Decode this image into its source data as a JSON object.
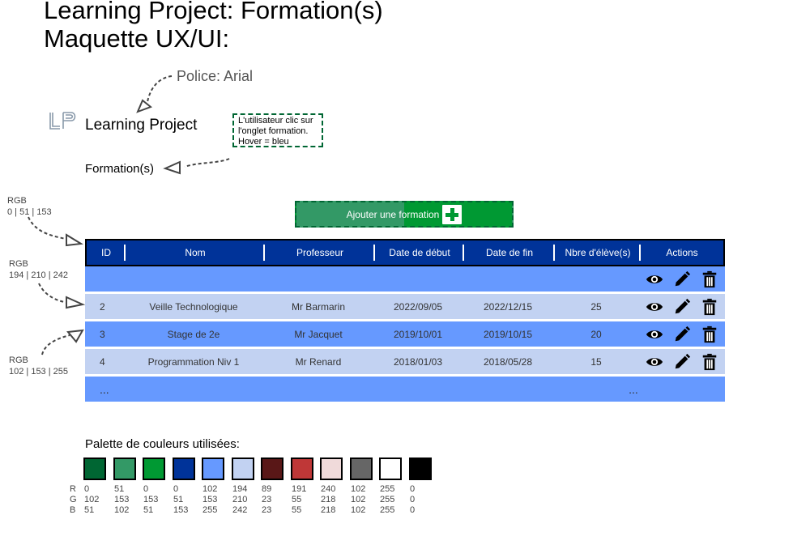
{
  "doc": {
    "title_line1": "Learning Project: Formation(s)",
    "title_line2": "Maquette UX/UI:"
  },
  "annotations": {
    "font_note": "Police: Arial",
    "callout_line1": "L'utilisateur clic sur",
    "callout_line2": "l'onglet formation.",
    "callout_line3": "Hover = bleu",
    "rgb_header_title": "RGB",
    "rgb_header_value": "0 | 51 | 153",
    "rgb_light_title": "RGB",
    "rgb_light_value": "194 | 210 | 242",
    "rgb_dark_title": "RGB",
    "rgb_dark_value": "102 | 153 | 255"
  },
  "app": {
    "logo_text": "LP",
    "name": "Learning Project",
    "tab": "Formation(s)"
  },
  "toolbar": {
    "add_label": "Ajouter une formation"
  },
  "table": {
    "headers": [
      "ID",
      "Nom",
      "Professeur",
      "Date de début",
      "Date de fin",
      "Nbre d'élève(s)",
      "Actions"
    ],
    "rows": [
      {
        "id": "",
        "nom": "",
        "prof": "",
        "debut": "",
        "fin": "",
        "nb": ""
      },
      {
        "id": "2",
        "nom": "Veille Technologique",
        "prof": "Mr Barmarin",
        "debut": "2022/09/05",
        "fin": "2022/12/15",
        "nb": "25"
      },
      {
        "id": "3",
        "nom": "Stage de 2e",
        "prof": "Mr Jacquet",
        "debut": "2019/10/01",
        "fin": "2019/10/15",
        "nb": "20"
      },
      {
        "id": "4",
        "nom": "Programmation Niv 1",
        "prof": "Mr Renard",
        "debut": "2018/01/03",
        "fin": "2018/05/28",
        "nb": "15"
      }
    ],
    "ellipsis": "...",
    "ellipsis_actions": "..."
  },
  "palette": {
    "title": "Palette de couleurs utilisées:",
    "labels": {
      "r": "R",
      "g": "G",
      "b": "B"
    },
    "colors": [
      {
        "hex": "#006633",
        "r": "0",
        "g": "102",
        "b": "51"
      },
      {
        "hex": "#339966",
        "r": "51",
        "g": "153",
        "b": "102"
      },
      {
        "hex": "#009933",
        "r": "0",
        "g": "153",
        "b": "51"
      },
      {
        "hex": "#003399",
        "r": "0",
        "g": "51",
        "b": "153"
      },
      {
        "hex": "#6699ff",
        "r": "102",
        "g": "153",
        "b": "255"
      },
      {
        "hex": "#c2d2f2",
        "r": "194",
        "g": "210",
        "b": "242"
      },
      {
        "hex": "#591717",
        "r": "89",
        "g": "23",
        "b": "23"
      },
      {
        "hex": "#bf3737",
        "r": "191",
        "g": "55",
        "b": "55"
      },
      {
        "hex": "#f0dada",
        "r": "240",
        "g": "218",
        "b": "218"
      },
      {
        "hex": "#666666",
        "r": "102",
        "g": "102",
        "b": "102"
      },
      {
        "hex": "#ffffff",
        "r": "255",
        "g": "255",
        "b": "255"
      },
      {
        "hex": "#000000",
        "r": "0",
        "g": "0",
        "b": "0"
      }
    ]
  },
  "icons": {
    "view": "eye-icon",
    "edit": "pencil-icon",
    "delete": "trash-icon",
    "add": "plus-icon"
  }
}
